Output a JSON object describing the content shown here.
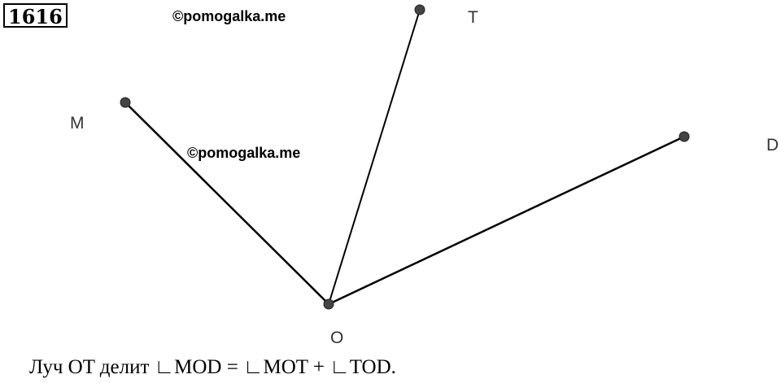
{
  "problem_number": "1616",
  "watermarks": [
    "©pomogalka.me",
    "©pomogalka.me"
  ],
  "diagram": {
    "points": [
      {
        "id": "O",
        "label": "O"
      },
      {
        "id": "M",
        "label": "M"
      },
      {
        "id": "T",
        "label": "T"
      },
      {
        "id": "D",
        "label": "D"
      }
    ],
    "rays": [
      {
        "from": "O",
        "to": "M"
      },
      {
        "from": "O",
        "to": "T"
      },
      {
        "from": "O",
        "to": "D"
      }
    ]
  },
  "caption": "Луч OT делит ∟MOD = ∟MOT + ∟TOD."
}
